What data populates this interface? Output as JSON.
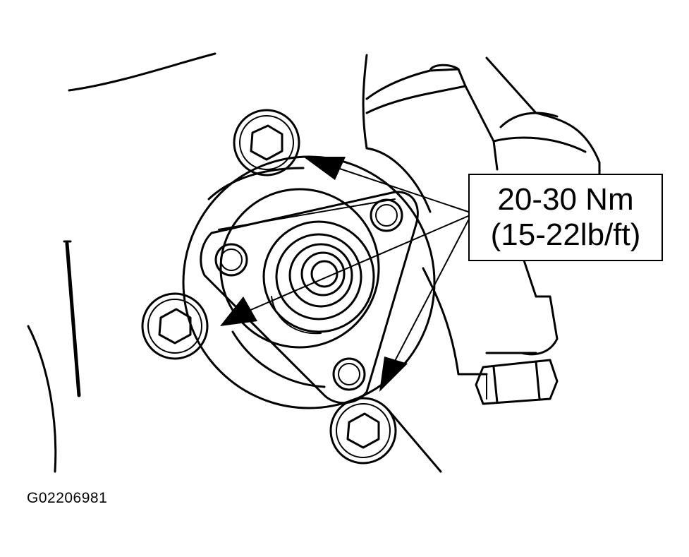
{
  "callout": {
    "torque_metric": "20-30 Nm",
    "torque_imperial": "(15-22lb/ft)"
  },
  "figure_id": "G02206981",
  "colors": {
    "ink": "#000000",
    "paper": "#ffffff"
  }
}
